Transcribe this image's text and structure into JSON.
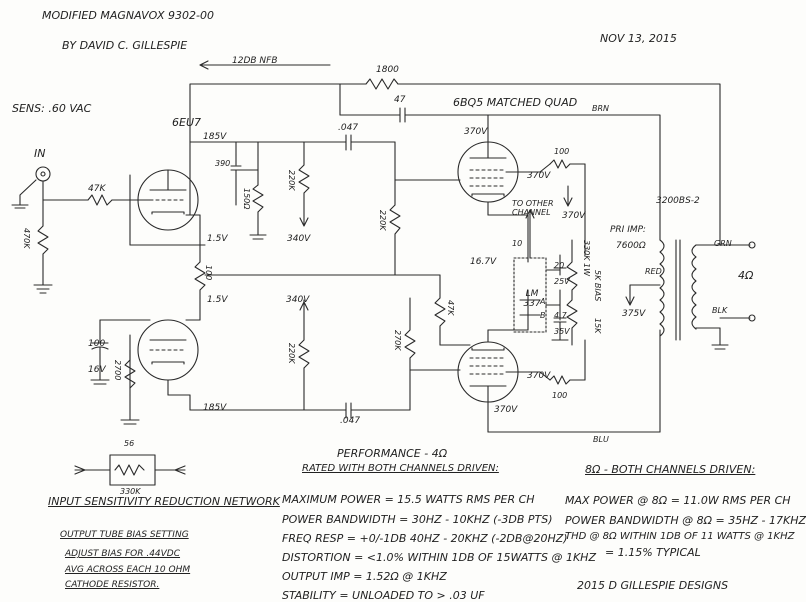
{
  "header": {
    "title": "MODIFIED MAGNAVOX 9302-00",
    "author": "BY DAVID C. GILLESPIE",
    "date": "NOV 13, 2015"
  },
  "feedback": {
    "label": "12DB NFB",
    "resistor": "1800",
    "cap": "47"
  },
  "input": {
    "sens": "SENS: .60 VAC",
    "jack": "IN",
    "r_series": "47K",
    "r_shunt": "470K"
  },
  "tubes": {
    "driver": "6EU7",
    "outputs": "6BQ5 MATCHED QUAD"
  },
  "upper_stage": {
    "v_plate": "185V",
    "r_390": "390",
    "r_150": "150Ω",
    "r_plate": "220K",
    "v_340": "340V",
    "v_cath": "1.5V",
    "coupling_cap": ".047",
    "grid_r": "220K"
  },
  "lower_stage": {
    "v_cath": "1.5V",
    "r_100": "100",
    "r_340": "340V",
    "r_plate": "220K",
    "cap_100": "100",
    "cap_v": "16V",
    "r_2700": "2700",
    "v_plate": "185V",
    "coupling_cap": ".047",
    "grid_r": "270K",
    "r_47k": "47K"
  },
  "output_stage": {
    "v_top_plate": "370V",
    "v_top_screen": "370V",
    "r_top": "100",
    "v_370": "370V",
    "to_other": "TO OTHER CHANNEL",
    "r_10": "10",
    "v_167": "16.7V",
    "ic": "LM 337",
    "pin_a": "A",
    "pin_b": "B",
    "r_20": "20",
    "cap_25": "25V",
    "r_47": "4.7",
    "cap_35": "35V",
    "pot": "330K 1W",
    "bias": "5K BIAS",
    "r_15k": "15K",
    "v_bot_screen": "370V",
    "r_bot": "100",
    "v_bot_plate": "370V"
  },
  "transformer": {
    "model": "3200BS-2",
    "pri_imp": "PRI IMP:",
    "pri_val": "7600Ω",
    "b_plus": "375V",
    "red": "RED",
    "brn": "BRN",
    "blu": "BLU",
    "grn": "GRN",
    "blk": "BLK",
    "ohm": "4Ω"
  },
  "network": {
    "title": "INPUT SENSITIVITY REDUCTION NETWORK",
    "r_56": "56",
    "r_330k": "330K"
  },
  "bias_notes": {
    "title": "OUTPUT TUBE BIAS SETTING",
    "line1": "ADJUST BIAS FOR .44VDC",
    "line2": "AVG ACROSS EACH 10 OHM",
    "line3": "CATHODE RESISTOR."
  },
  "performance": {
    "title": "PERFORMANCE - 4Ω",
    "subtitle": "RATED WITH BOTH CHANNELS DRIVEN:",
    "lines": [
      "MAXIMUM POWER = 15.5 WATTS RMS PER CH",
      "POWER BANDWIDTH = 30HZ - 10KHZ (-3DB PTS)",
      "FREQ RESP = +0/-1DB 40HZ - 20KHZ (-2DB@20HZ)",
      "DISTORTION = <1.0% WITHIN 1DB OF 15WATTS @ 1KHZ",
      "OUTPUT IMP = 1.52Ω @ 1KHZ",
      "STABILITY = UNLOADED TO > .03 UF"
    ]
  },
  "eight_ohm": {
    "title": "8Ω - BOTH CHANNELS DRIVEN:",
    "lines": [
      "MAX POWER @ 8Ω = 11.0W RMS PER CH",
      "POWER BANDWIDTH @ 8Ω = 35HZ - 17KHZ",
      "THD @ 8Ω WITHIN 1DB OF 11 WATTS @ 1KHZ",
      "= 1.15% TYPICAL"
    ]
  },
  "footer": {
    "designs": "2015 D GILLESPIE DESIGNS"
  }
}
